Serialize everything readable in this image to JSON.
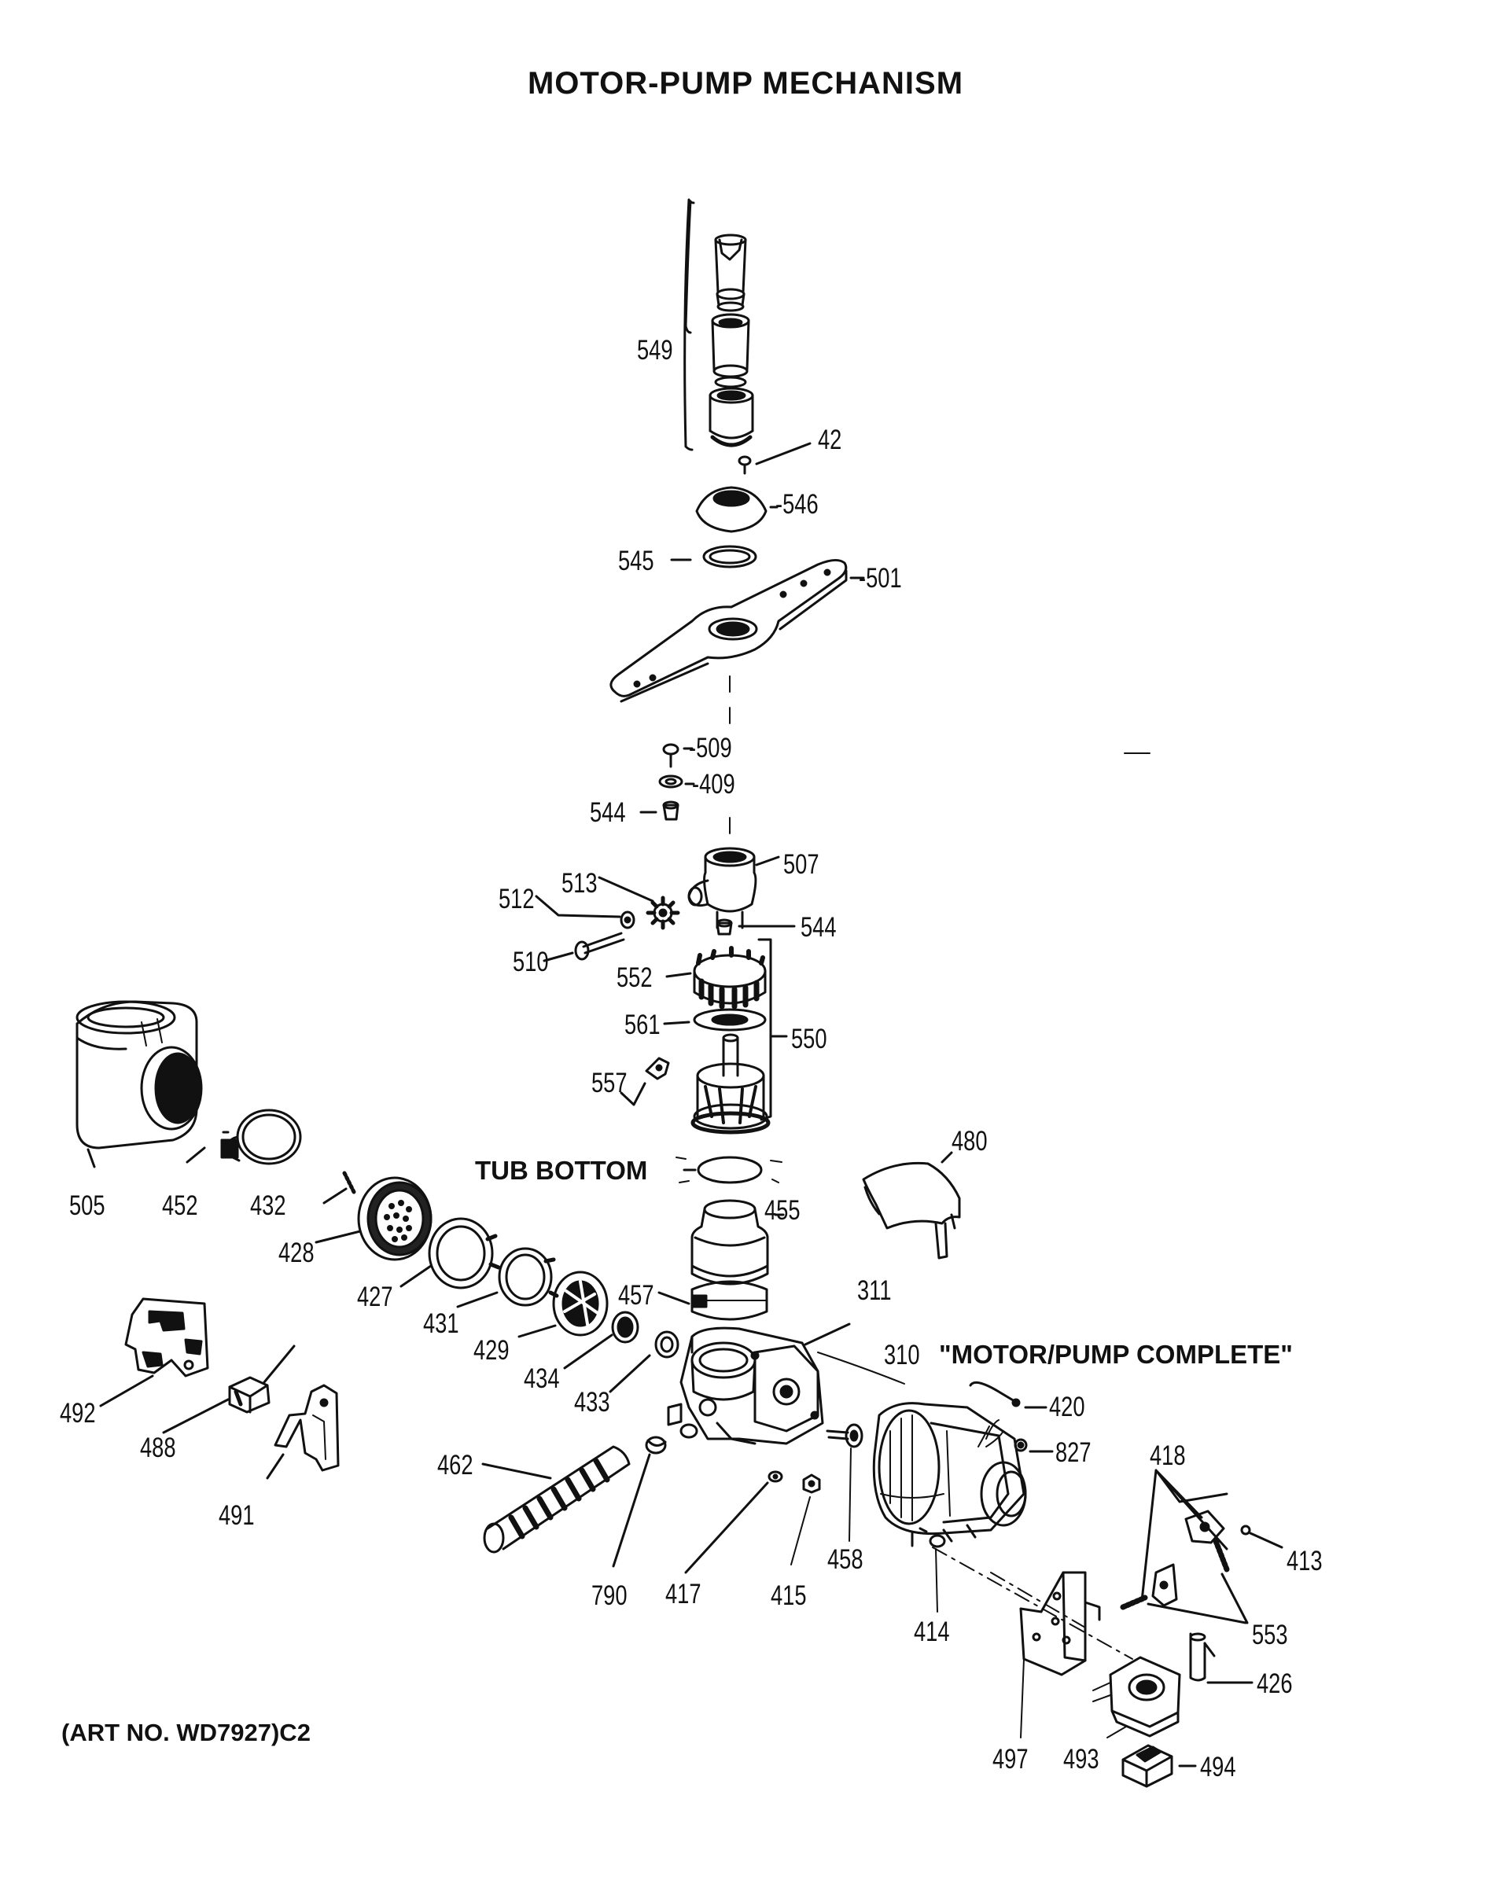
{
  "title": "MOTOR-PUMP MECHANISM",
  "art_number": "(ART NO. WD7927)C2",
  "labels": {
    "tub_bottom": "TUB BOTTOM",
    "motor_pump_complete": "\"MOTOR/PUMP COMPLETE\""
  },
  "callouts": [
    {
      "id": "549",
      "text": "549"
    },
    {
      "id": "42",
      "text": "42"
    },
    {
      "id": "546",
      "text": "-546"
    },
    {
      "id": "545",
      "text": "545"
    },
    {
      "id": "501",
      "text": "-501"
    },
    {
      "id": "509",
      "text": "-509"
    },
    {
      "id": "409",
      "text": "-409"
    },
    {
      "id": "544a",
      "text": "544"
    },
    {
      "id": "507",
      "text": "507"
    },
    {
      "id": "513",
      "text": "513"
    },
    {
      "id": "512",
      "text": "512"
    },
    {
      "id": "544b",
      "text": "544"
    },
    {
      "id": "510",
      "text": "510"
    },
    {
      "id": "552",
      "text": "552"
    },
    {
      "id": "561",
      "text": "561"
    },
    {
      "id": "550",
      "text": "550"
    },
    {
      "id": "557",
      "text": "557"
    },
    {
      "id": "480",
      "text": "480"
    },
    {
      "id": "505",
      "text": "505"
    },
    {
      "id": "452",
      "text": "452"
    },
    {
      "id": "432",
      "text": "432"
    },
    {
      "id": "428",
      "text": "428"
    },
    {
      "id": "455",
      "text": "455"
    },
    {
      "id": "427",
      "text": "427"
    },
    {
      "id": "457",
      "text": "457"
    },
    {
      "id": "311",
      "text": "311"
    },
    {
      "id": "310",
      "text": "310"
    },
    {
      "id": "431",
      "text": "431"
    },
    {
      "id": "429",
      "text": "429"
    },
    {
      "id": "434",
      "text": "434"
    },
    {
      "id": "433",
      "text": "433"
    },
    {
      "id": "492",
      "text": "492"
    },
    {
      "id": "488",
      "text": "488"
    },
    {
      "id": "420",
      "text": "420"
    },
    {
      "id": "827",
      "text": "827"
    },
    {
      "id": "418",
      "text": "418"
    },
    {
      "id": "491",
      "text": "491"
    },
    {
      "id": "462",
      "text": "462"
    },
    {
      "id": "413",
      "text": "413"
    },
    {
      "id": "458",
      "text": "458"
    },
    {
      "id": "790",
      "text": "790"
    },
    {
      "id": "417",
      "text": "417"
    },
    {
      "id": "415",
      "text": "415"
    },
    {
      "id": "414",
      "text": "414"
    },
    {
      "id": "553",
      "text": "553"
    },
    {
      "id": "426",
      "text": "426"
    },
    {
      "id": "497",
      "text": "497"
    },
    {
      "id": "493",
      "text": "493"
    },
    {
      "id": "494",
      "text": "494"
    }
  ],
  "colors": {
    "ink": "#111111",
    "paper": "#ffffff",
    "shade": "#555555"
  }
}
